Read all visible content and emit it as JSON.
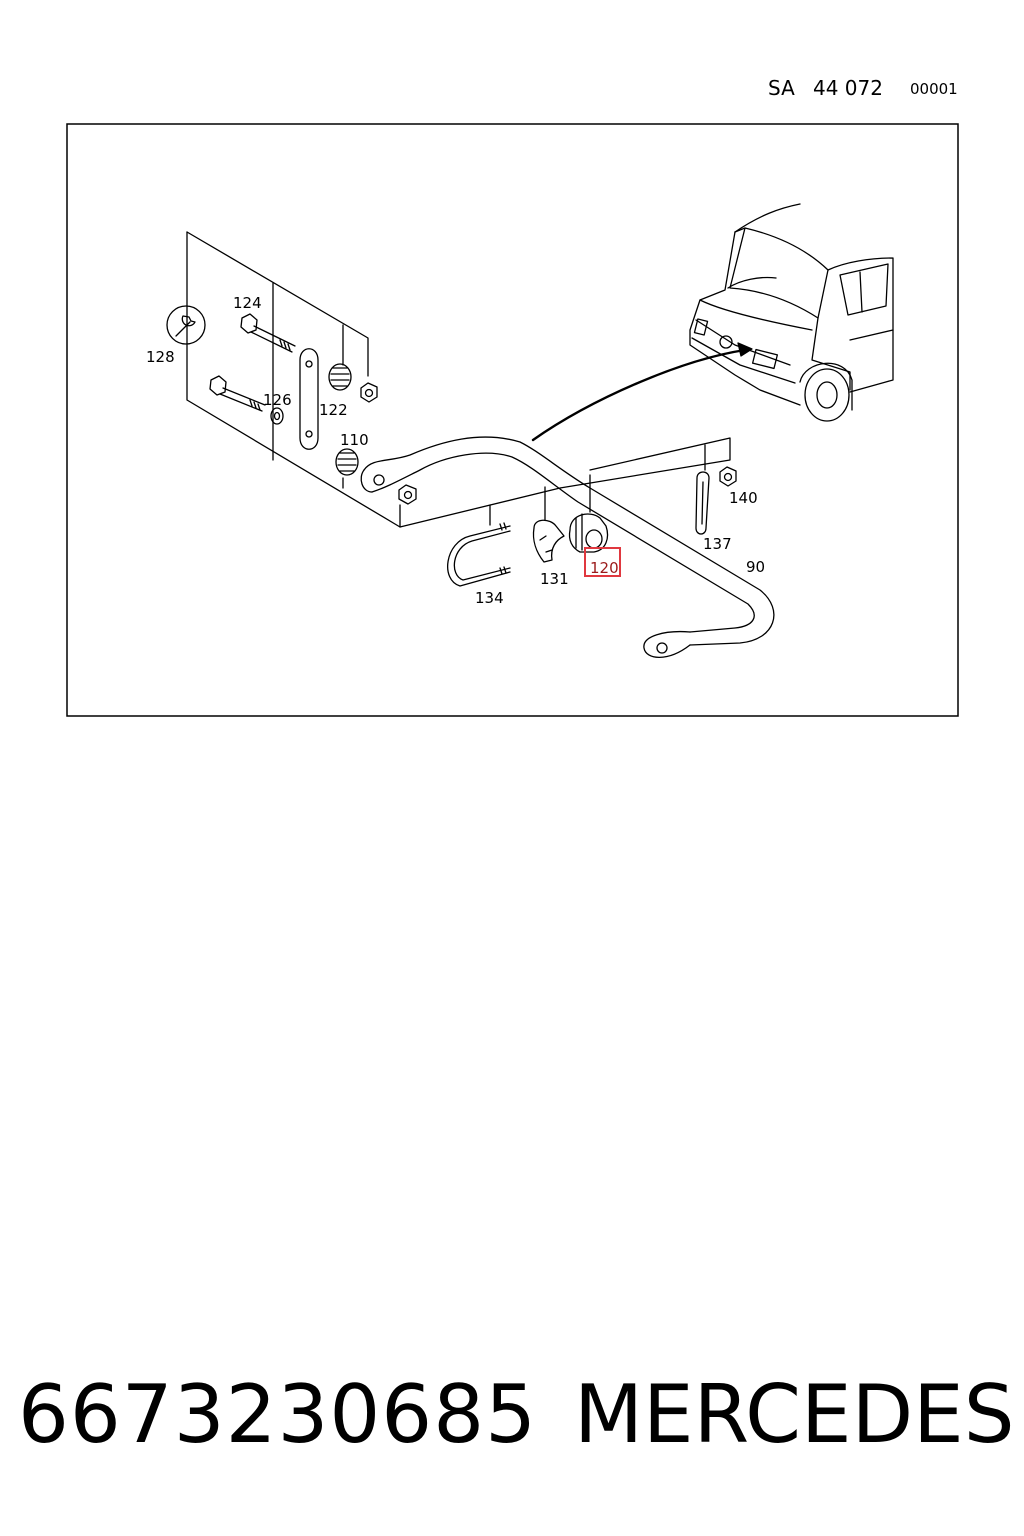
{
  "header": {
    "prefix": "SA",
    "group": "44 072",
    "sheet": "00001"
  },
  "diagram": {
    "frame_color": "#000000",
    "highlight_color": "#e0383f",
    "highlighted_callout": "120",
    "callouts": {
      "c124": "124",
      "c128": "128",
      "c126": "126",
      "c122": "122",
      "c110": "110",
      "c140": "140",
      "c137": "137",
      "c90": "90",
      "c134": "134",
      "c131": "131",
      "c120": "120"
    }
  },
  "footer": {
    "part_number": "6673230685",
    "brand": "MERCEDES"
  }
}
